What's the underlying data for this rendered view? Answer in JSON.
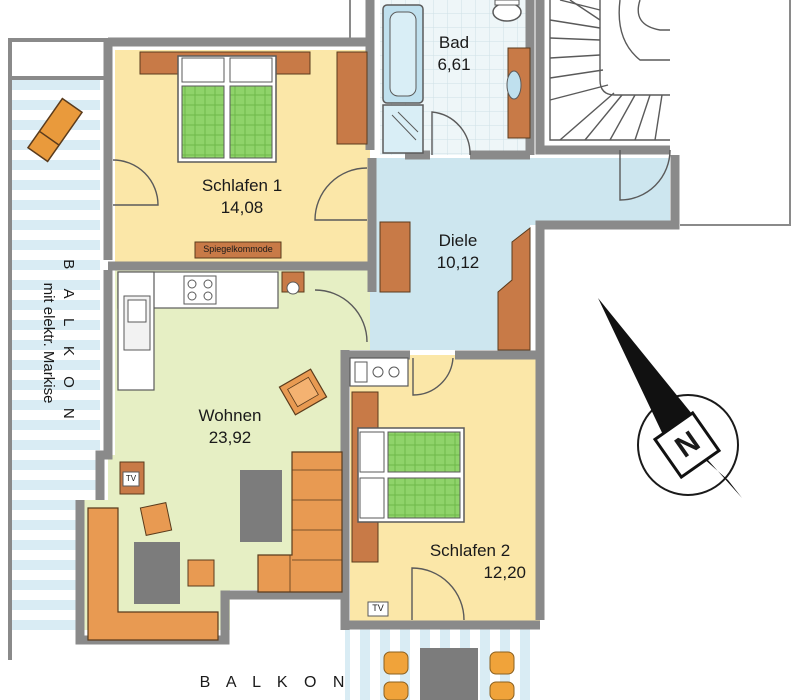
{
  "rooms": {
    "bad": {
      "name": "Bad",
      "area": "6,61"
    },
    "schlafen1": {
      "name": "Schlafen 1",
      "area": "14,08"
    },
    "diele": {
      "name": "Diele",
      "area": "10,12"
    },
    "wohnen": {
      "name": "Wohnen",
      "area": "23,92"
    },
    "schlafen2": {
      "name": "Schlafen 2",
      "area": "12,20"
    }
  },
  "balkon_side": {
    "title": "B A L K O N",
    "subtitle": "mit elektr. Markise"
  },
  "balkon_bottom": {
    "title": "B A L K O N"
  },
  "furniture": {
    "dresser_label": "Spiegelkommode",
    "tv1": "TV",
    "tv2": "TV"
  },
  "compass": {
    "letter": "N"
  },
  "colors": {
    "wall": "#8a8a8a",
    "bedroom_floor": "#fbe7a8",
    "living_floor": "#e6efc4",
    "hall_floor": "#cde6ef",
    "bath_floor": "#e9f3f6",
    "balcony": "#d9ecf4",
    "furniture_brown": "#c87a47",
    "bed_green": "#8fd36a",
    "sofa_orange": "#e89a52"
  }
}
